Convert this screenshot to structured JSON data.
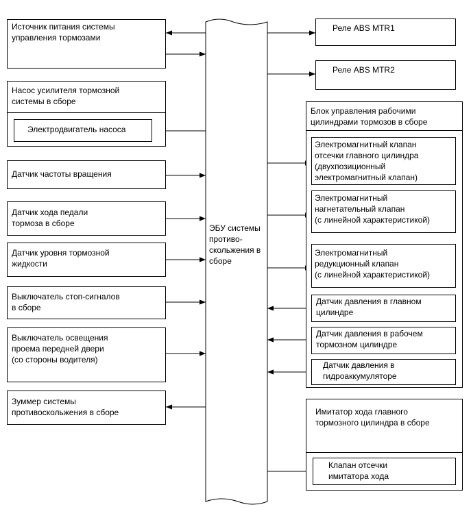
{
  "colors": {
    "line": "#000000",
    "background": "#ffffff"
  },
  "ecu": {
    "label": "ЭБУ системы\nпротиво-\nскольжения в\nсборе"
  },
  "left_column": [
    {
      "id": "power-source",
      "label": "Источник питания системы\nуправления тормозами"
    },
    {
      "id": "booster-pump",
      "label": "Насос усилителя тормозной\nсистемы в сборе",
      "sub_label": "Электродвигатель насоса"
    },
    {
      "id": "speed-sensor",
      "label": "Датчик частоты вращения"
    },
    {
      "id": "pedal-stroke-sensor",
      "label": "Датчик хода педали\nтормоза в сборе"
    },
    {
      "id": "fluid-level-sensor",
      "label": "Датчик уровня тормозной\nжидкости"
    },
    {
      "id": "stop-light-switch",
      "label": "Выключатель стоп-сигналов\nв сборе"
    },
    {
      "id": "door-courtesy-switch",
      "label": "Выключатель освещения\nпроема передней двери\n(со стороны водителя)"
    },
    {
      "id": "skid-control-buzzer",
      "label": "Зуммер системы\nпротивоскольжения в сборе"
    }
  ],
  "right_column": {
    "relays": [
      {
        "id": "relay-mtr1",
        "label": "Реле ABS MTR1"
      },
      {
        "id": "relay-mtr2",
        "label": "Реле ABS MTR2"
      }
    ],
    "actuator": {
      "label": "Блок управления рабочими\nцилиндрами тормозов в сборе",
      "items": [
        {
          "id": "master-cut-valve",
          "label": "Электромагнитный клапан\nотсечки главного цилиндра\n(двухпозиционный\nэлектромагнитный клапан)"
        },
        {
          "id": "pressure-apply-valve",
          "label": "Электромагнитный\nнагнетательный клапан\n(с линейной характеристикой)"
        },
        {
          "id": "pressure-reduction-valve",
          "label": "Электромагнитный\nредукционный клапан\n(с линейной характеристикой)"
        },
        {
          "id": "master-pressure-sensor",
          "label": "Датчик давления в главном\nцилиндре"
        },
        {
          "id": "wheel-pressure-sensor",
          "label": "Датчик давления в рабочем\nтормозном цилиндре"
        },
        {
          "id": "accumulator-pressure-sensor",
          "label": "Датчик давления в\nгидроаккумуляторе"
        }
      ]
    },
    "simulator": {
      "label": "Имитатор хода главного\nтормозного цилиндра в сборе",
      "sub_label": "Клапан отсечки\nимитатора хода"
    }
  }
}
